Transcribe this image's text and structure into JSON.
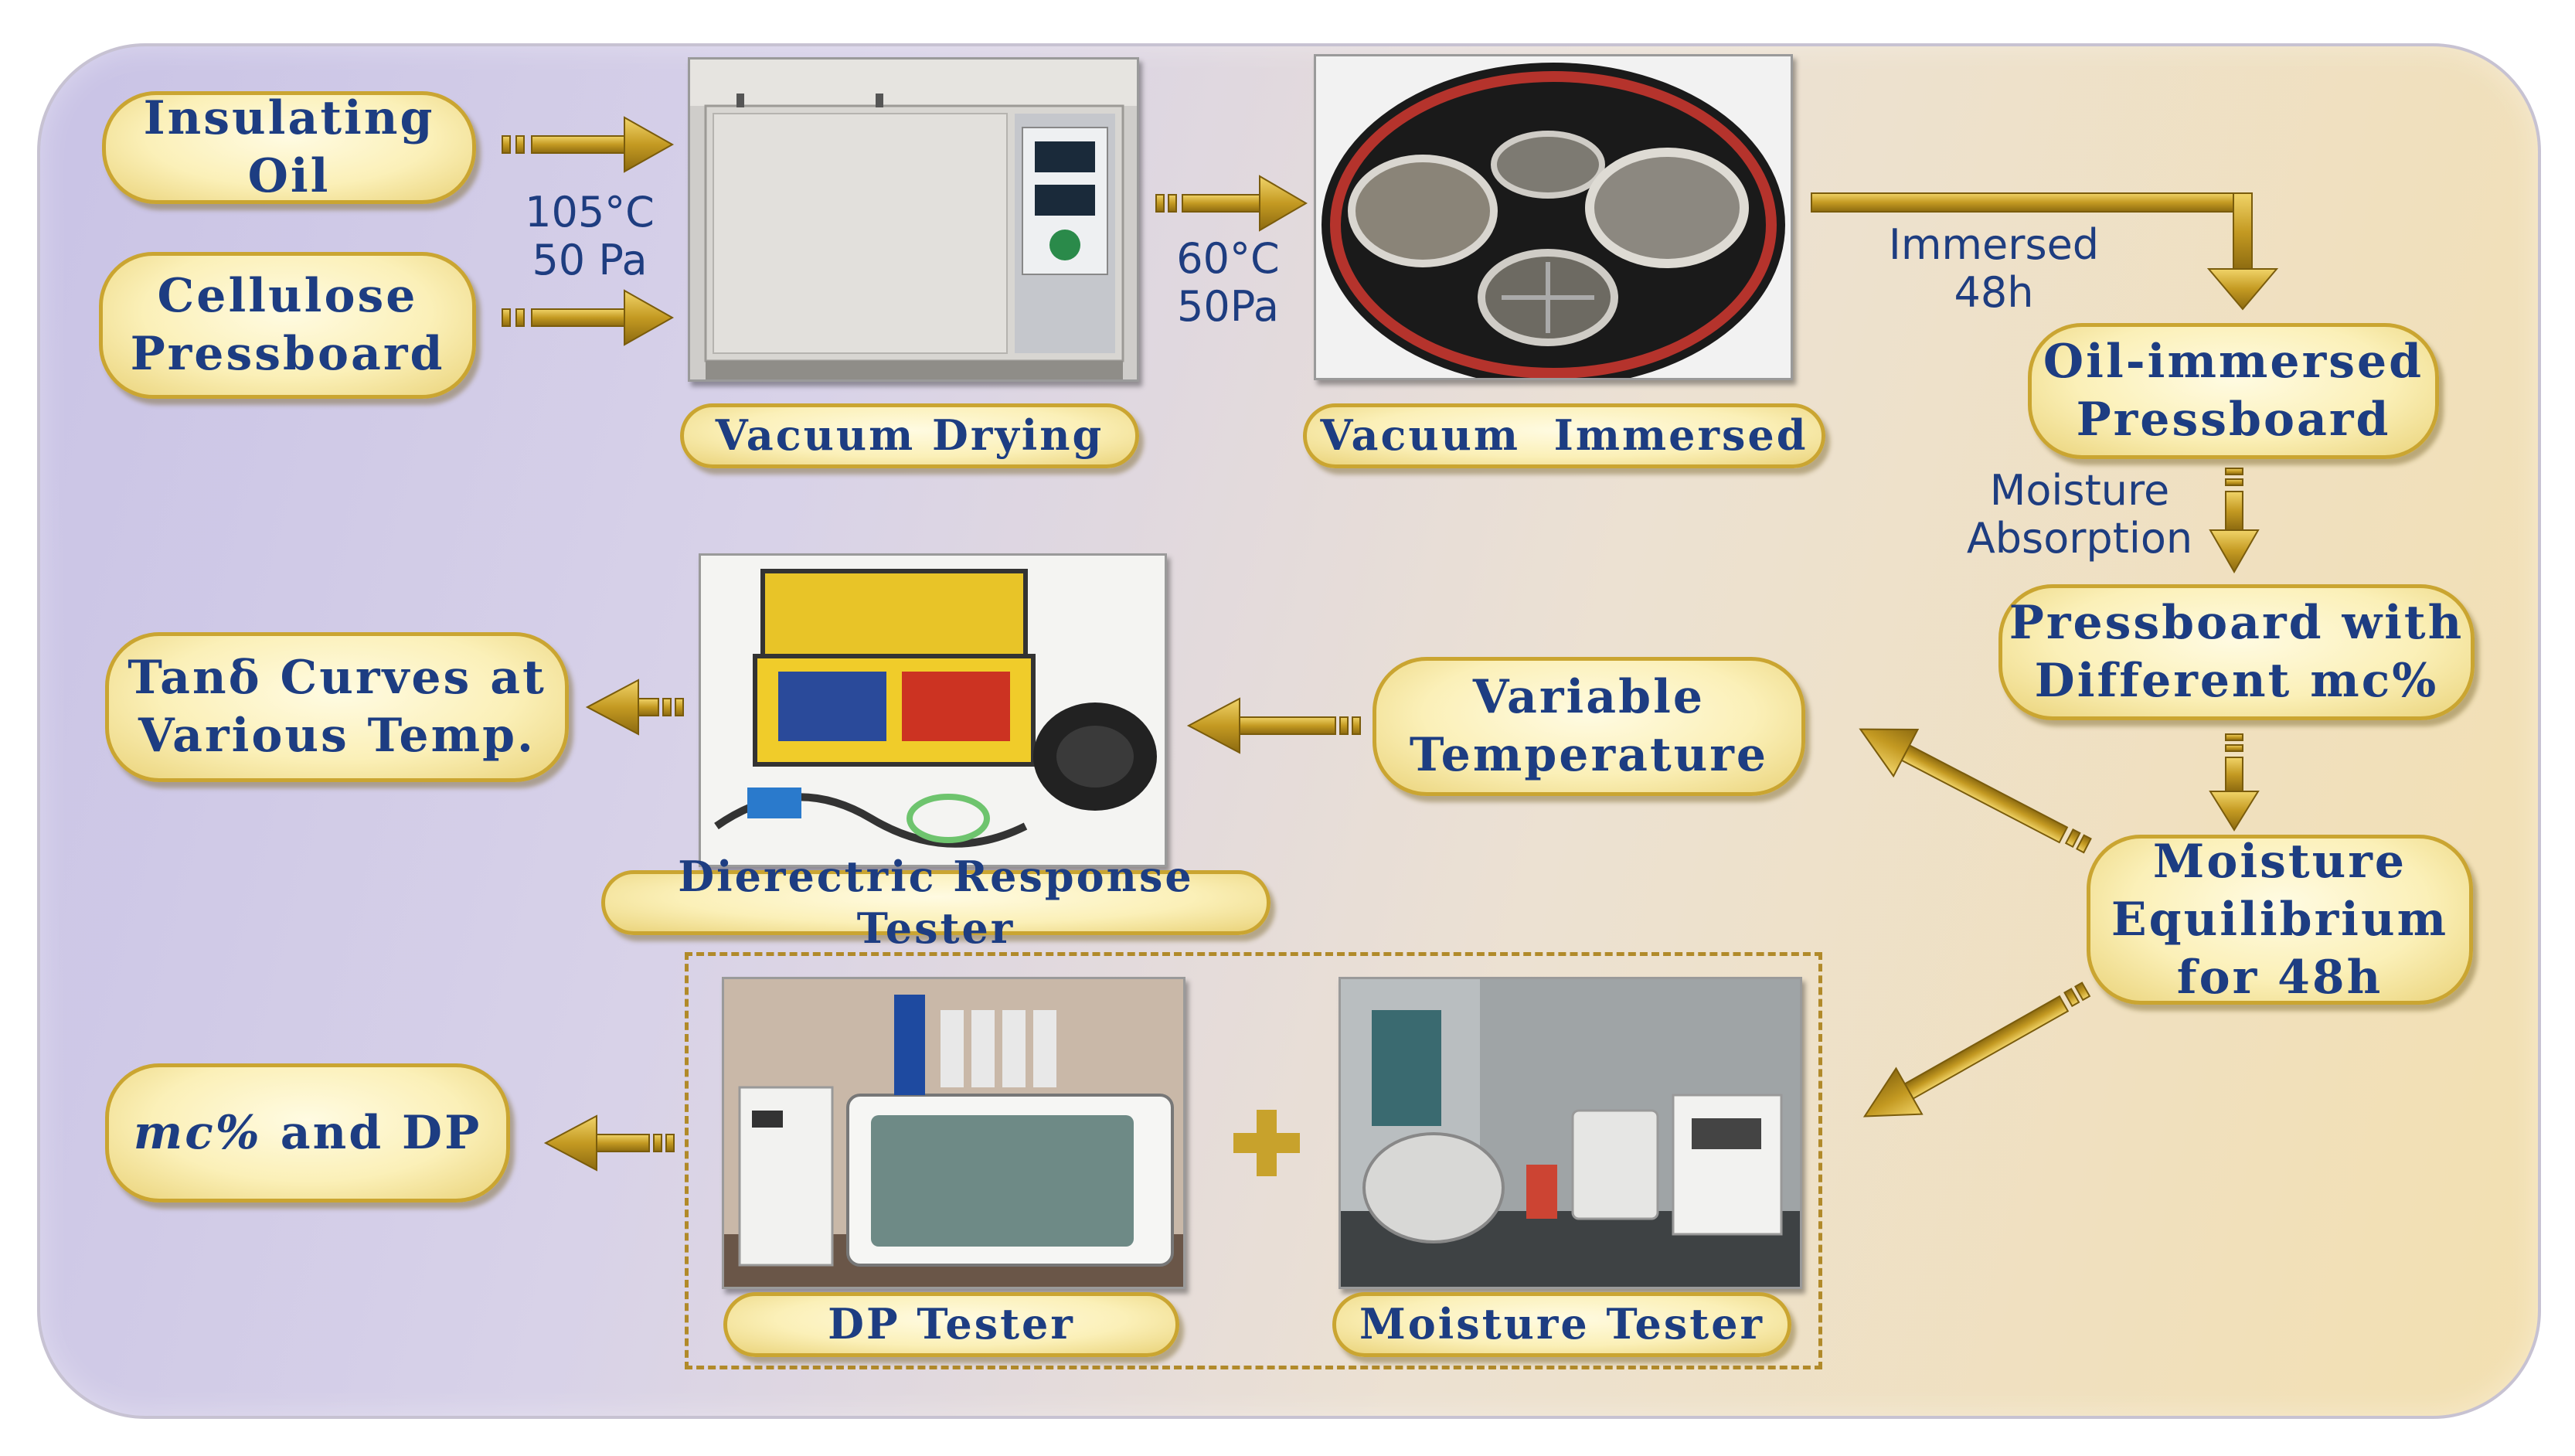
{
  "inputs": {
    "oil": "Insulating\nOil",
    "pressboard": "Cellulose\nPressboard"
  },
  "conditions": {
    "drying": "105°C\n50 Pa",
    "immersing": "60°C\n50Pa",
    "immersed_time": "Immersed\n48h",
    "moisture_absorption": "Moisture\nAbsorption"
  },
  "stages": {
    "vacuum_drying": "Vacuum Drying",
    "vacuum_immersed": "Vacuum  Immersed",
    "oil_immersed": "Oil-immersed\nPressboard",
    "different_mc": "Pressboard with\nDifferent mc%",
    "moisture_equilibrium": "Moisture\nEquilibrium\nfor 48h",
    "variable_temperature": "Variable\nTemperature",
    "dielectric_tester": "Dierectric Response Tester",
    "tan_curves": "Tanδ Curves at\nVarious Temp.",
    "dp_tester": "DP Tester",
    "moisture_tester": "Moisture Tester",
    "mc_dp_italic": "mc%",
    "mc_dp_rest": " and DP"
  },
  "colors": {
    "arrow": "#c4a02e",
    "text": "#1d3d82",
    "pill_border": "#caa531"
  }
}
